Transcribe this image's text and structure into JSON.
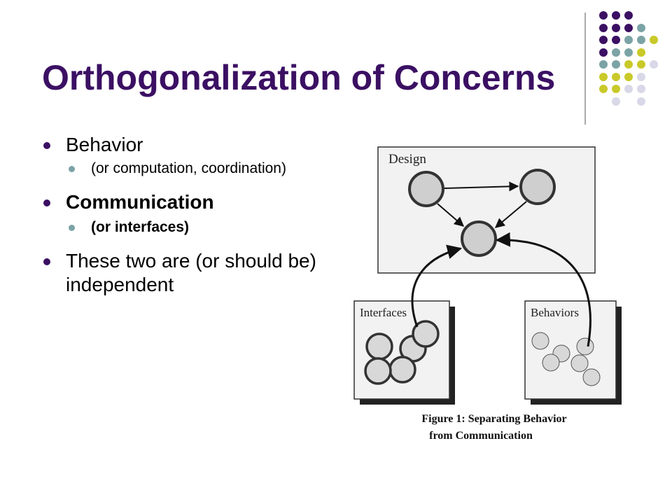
{
  "slide": {
    "title": "Orthogonalization of Concerns",
    "bullets": [
      {
        "text": "Behavior",
        "level": 1,
        "bold": false
      },
      {
        "text": "(or computation, coordination)",
        "level": 2,
        "bold": false
      },
      {
        "text": "Communication",
        "level": 1,
        "bold": true
      },
      {
        "text": "(or interfaces)",
        "level": 2,
        "bold": true
      },
      {
        "text": "These two are (or should be) independent",
        "level": 1,
        "bold": false
      }
    ]
  },
  "figure": {
    "design_label": "Design",
    "interfaces_label": "Interfaces",
    "behaviors_label": "Behaviors",
    "caption_line1": "Figure 1: Separating Behavior",
    "caption_line2": "from Communication"
  },
  "theme": {
    "title_color": "#3b1063",
    "dot_colors": [
      "#3b1063",
      "#7ba3a5",
      "#c9c92a",
      "#d8d8e8"
    ]
  }
}
